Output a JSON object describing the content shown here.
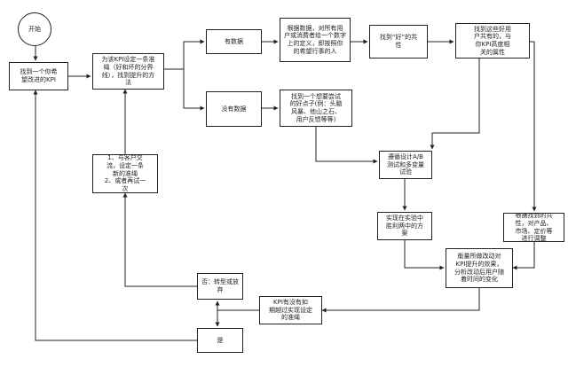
{
  "diagram": {
    "nodes": {
      "start": "开始",
      "find_kpi": "找到一个你希\n望改进的KPI",
      "set_kpi_standard": "为该KPI设定一条准\n绳（好和坏的分界\n线），找到提升的方\n法",
      "has_data": "有数据",
      "no_data": "没有数据",
      "data_analysis": "根据数据，对所有用\n户或消费者给一个数字\n上的定义，即按照你\n的希望行事的人",
      "find_good_commonality": "找到“好”的共\n性",
      "find_user_traits": "找到这些好用\n户共有的，与\n你KPI高度相\n关的属性",
      "find_hypothesis": "找到一个想要尝试\n的好点子(例：头脑\n风暴、他山之石、\n用户反馈等等)",
      "ab_test": "遵循设计A/B\n测试和多变量\n试验",
      "customer_communication": "1、与客户交\n流，设定一条\n新的准绳\n2、或者再试一\n次",
      "implement_experiment": "实现在实验中\n胜利两中的方\n案",
      "product_adjust": "根据找到的共\n性，对产品、\n市场、定价等\n进行调整",
      "measure_effect": "衡量所做改动对\nKPI提升的效果，\n分析改动后用户随\n着时间的变化",
      "no_pivot": "否：转型或放\n弃",
      "kpi_check": "KPI有没有如\n期越过实现设定\n的准绳",
      "yes": "是"
    }
  }
}
